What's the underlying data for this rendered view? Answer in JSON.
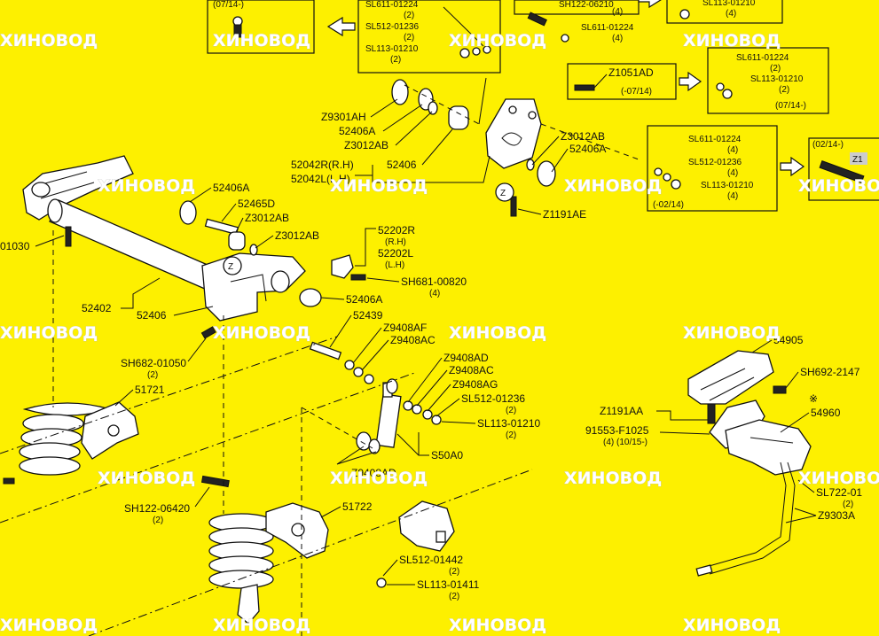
{
  "title": "",
  "watermark": "ХИНОВОД",
  "partno_corner": "Z1",
  "colors": {
    "background": "#fdf000",
    "ink": "#111111",
    "watermark": "#ffffff"
  },
  "boxes": {
    "top_left": {
      "lines": [
        "(07/14-)"
      ]
    },
    "top_center": {
      "lines": [
        "SL611-01224",
        "(2)",
        "SL512-01236",
        "(2)",
        "SL113-01210",
        "(2)"
      ]
    },
    "top_right": {
      "lines": [
        "SH122-06210",
        "(4)"
      ]
    },
    "top_far_right": {
      "lines": [
        "SL113-01210",
        "(4)"
      ]
    },
    "right_mid": {
      "lines": [
        "SL611-01224",
        "(2)",
        "SL113-01210",
        "(2)",
        "(07/14-)"
      ]
    },
    "z1051": {
      "lines": [
        "Z1051AD",
        "(-07/14)"
      ]
    },
    "right_lower": {
      "lines": [
        "SL611-01224",
        "(4)",
        "SL512-01236",
        "(4)",
        "SL113-01210",
        "(4)",
        "(-02/14)"
      ]
    },
    "far_right": {
      "lines": [
        "(02/14-)"
      ]
    }
  },
  "labels": {
    "sl611_top": "SL611-01224",
    "sl611_top_q": "(4)",
    "z9301ah": "Z9301AH",
    "p52406a_1": "52406A",
    "z3012ab_1": "Z3012AB",
    "p52042r": "52042R(R.H)",
    "p52042l": "52042L(L.H)",
    "p52406_top": "52406",
    "z3012ab_2": "Z3012AB",
    "p52406a_2": "52406A",
    "z1191ae": "Z1191AE",
    "p52406a_3": "52406A",
    "p52465d": "52465D",
    "z3012ab_3": "Z3012AB",
    "z3012ab_4": "Z3012AB",
    "p01030": "01030",
    "p52202r": "52202R",
    "p52202r_q": "(R.H)",
    "p52202l": "52202L",
    "p52202l_q": "(L.H)",
    "sh681": "SH681-00820",
    "sh681_q": "(4)",
    "p52402": "52402",
    "p52406_mid": "52406",
    "p52406a_4": "52406A",
    "p52439": "52439",
    "z9408af": "Z9408AF",
    "z9408ac_1": "Z9408AC",
    "sh682_01050": "SH682-01050",
    "sh682_01050_q": "(2)",
    "z9408ad_1": "Z9408AD",
    "z9408ac_2": "Z9408AC",
    "z9408ag": "Z9408AG",
    "sl512_01236": "SL512-01236",
    "sl512_01236_q": "(2)",
    "sl113_01210": "SL113-01210",
    "sl113_01210_q": "(2)",
    "p51721": "51721",
    "p54905": "54905",
    "sh692": "SH692-2147",
    "z1191aa": "Z1191AA",
    "p54960": "54960",
    "p54960_mark": "※",
    "p91553": "91553-F1025",
    "p91553_q": "(4) (10/15-)",
    "p550a0": "S50A0",
    "z9408ad_2": "Z9408AD",
    "sl722": "SL722-01",
    "sl722_q": "(2)",
    "z9303a": "Z9303A",
    "sh122_06420": "SH122-06420",
    "sh122_06420_q": "(2)",
    "p51722": "51722",
    "sl512_01442": "SL512-01442",
    "sl512_01442_q": "(2)",
    "sl113_01411": "SL113-01411",
    "sl113_01411_q": "(2)"
  }
}
